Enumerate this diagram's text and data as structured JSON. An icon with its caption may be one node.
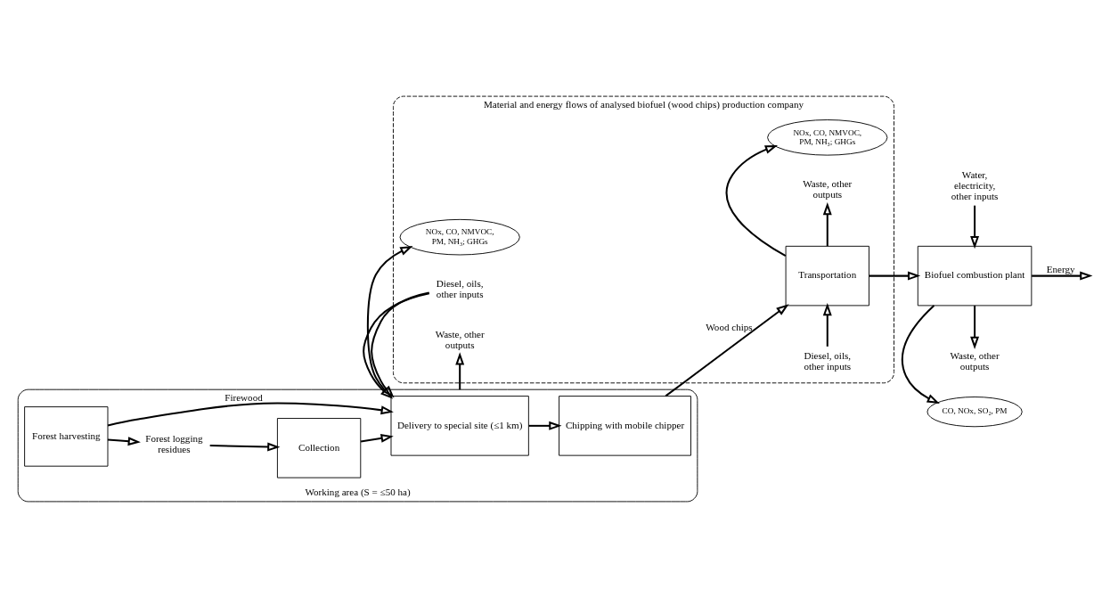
{
  "diagram": {
    "nodes": [
      {
        "text": [
          "Material and energy flows of analysed biofuel (wood chips) production company"
        ]
      },
      {
        "text": [
          "Working area (S = ≤50 ha)"
        ]
      },
      {
        "text": [
          "Forest harvesting"
        ],
        "in": 1
      },
      {
        "text": [
          "Forest logging residues"
        ],
        "in": 1
      },
      {
        "text": [
          "Collection"
        ],
        "in": 1
      },
      {
        "text": [
          "Delivery to special site (≤1 km)"
        ],
        "in": 1
      },
      {
        "text": [
          "Chipping with mobile chipper"
        ],
        "in": 1
      },
      {
        "text": [
          "NOx, CO, NMVOC, PM, NH₃; GHGs"
        ],
        "in": 0
      },
      {
        "text": [
          "Transportation"
        ],
        "in": 0
      },
      {
        "text": [
          "NOx, CO, NMVOC, PM, NH₃; GHGs"
        ],
        "in": 0
      },
      {
        "text": [
          "Biofuel combustion plant"
        ]
      },
      {
        "text": [
          "CO, NOx, SO₂, PM"
        ]
      },
      {
        "text": [
          "Diesel, oils, other inputs"
        ],
        "in": 0
      },
      {
        "text": [
          "Waste, other outputs"
        ],
        "in": 0
      },
      {
        "text": [
          "Diesel, oils, other inputs"
        ],
        "in": 0
      },
      {
        "text": [
          "Waste, other outputs"
        ],
        "in": 0
      },
      {
        "text": [
          "Water, electricity, other inputs"
        ]
      },
      {
        "text": [
          "Waste, other outputs"
        ]
      }
    ],
    "edges": [
      {
        "from": 2,
        "to": 5,
        "arrow": "to",
        "label": "Firewood"
      },
      {
        "from": 2,
        "to": 3,
        "arrow": "to"
      },
      {
        "from": 3,
        "to": 4,
        "arrow": "to"
      },
      {
        "from": 4,
        "to": 5,
        "arrow": "to"
      },
      {
        "from": 5,
        "to": 6,
        "arrow": "to"
      },
      {
        "from": 6,
        "to": 8,
        "arrow": "to",
        "label": "Wood chips"
      },
      {
        "from": 1,
        "to": 7,
        "arrow": "to"
      },
      {
        "from": 12,
        "to": 1,
        "arrow": "to"
      },
      {
        "from": 1,
        "to": 13,
        "arrow": "to"
      },
      {
        "from": 8,
        "to": 9,
        "arrow": "to"
      },
      {
        "from": 14,
        "to": 8,
        "arrow": "to"
      },
      {
        "from": 8,
        "to": 15,
        "arrow": "to"
      },
      {
        "from": 8,
        "to": 10,
        "arrow": "to"
      },
      {
        "from": 10,
        "to": 11,
        "arrow": "to"
      },
      {
        "from": 16,
        "to": 10,
        "arrow": "to"
      },
      {
        "from": 10,
        "to": 17,
        "arrow": "to"
      },
      {
        "from": 10,
        "to": null,
        "arrow": "to",
        "label": "Energy"
      }
    ]
  }
}
